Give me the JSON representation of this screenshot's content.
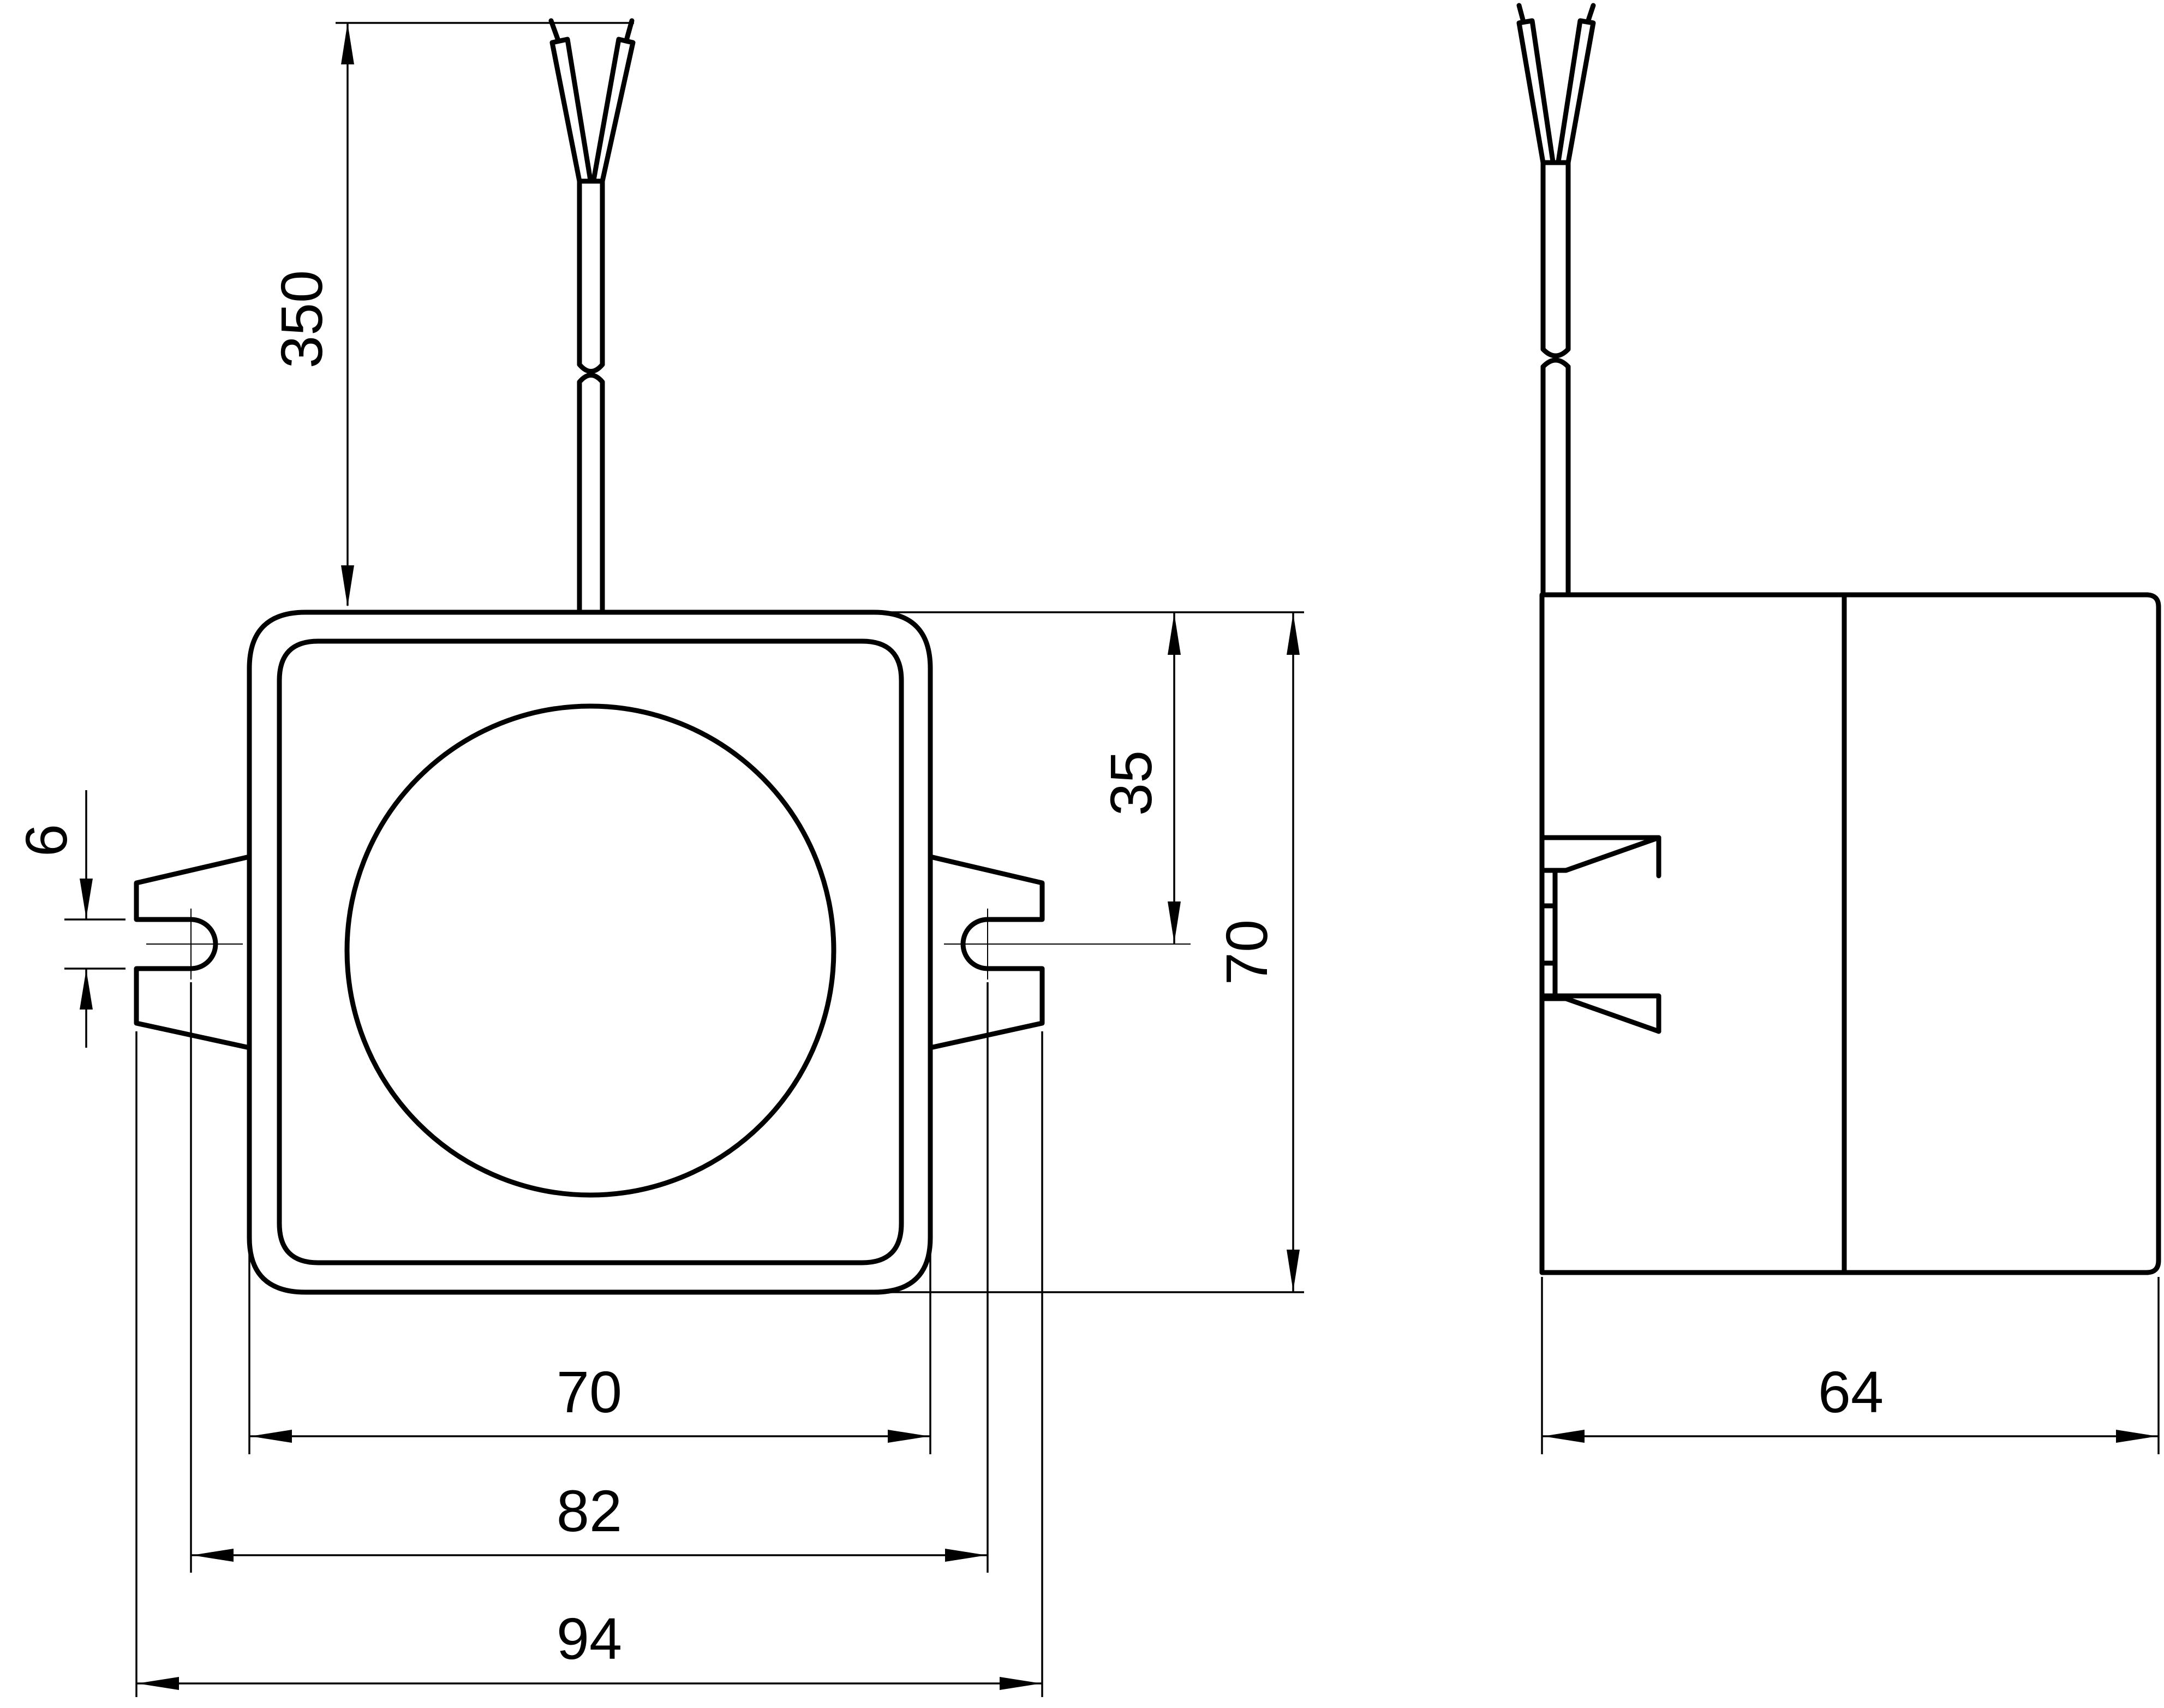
{
  "dimensions": {
    "cable_length": "350",
    "body_half_height": "35",
    "body_height": "70",
    "slot_width": "6",
    "body_width": "70",
    "mount_hole_spacing": "82",
    "overall_width": "94",
    "side_depth": "64"
  },
  "colors": {
    "line": "#000000",
    "background": "#ffffff"
  }
}
